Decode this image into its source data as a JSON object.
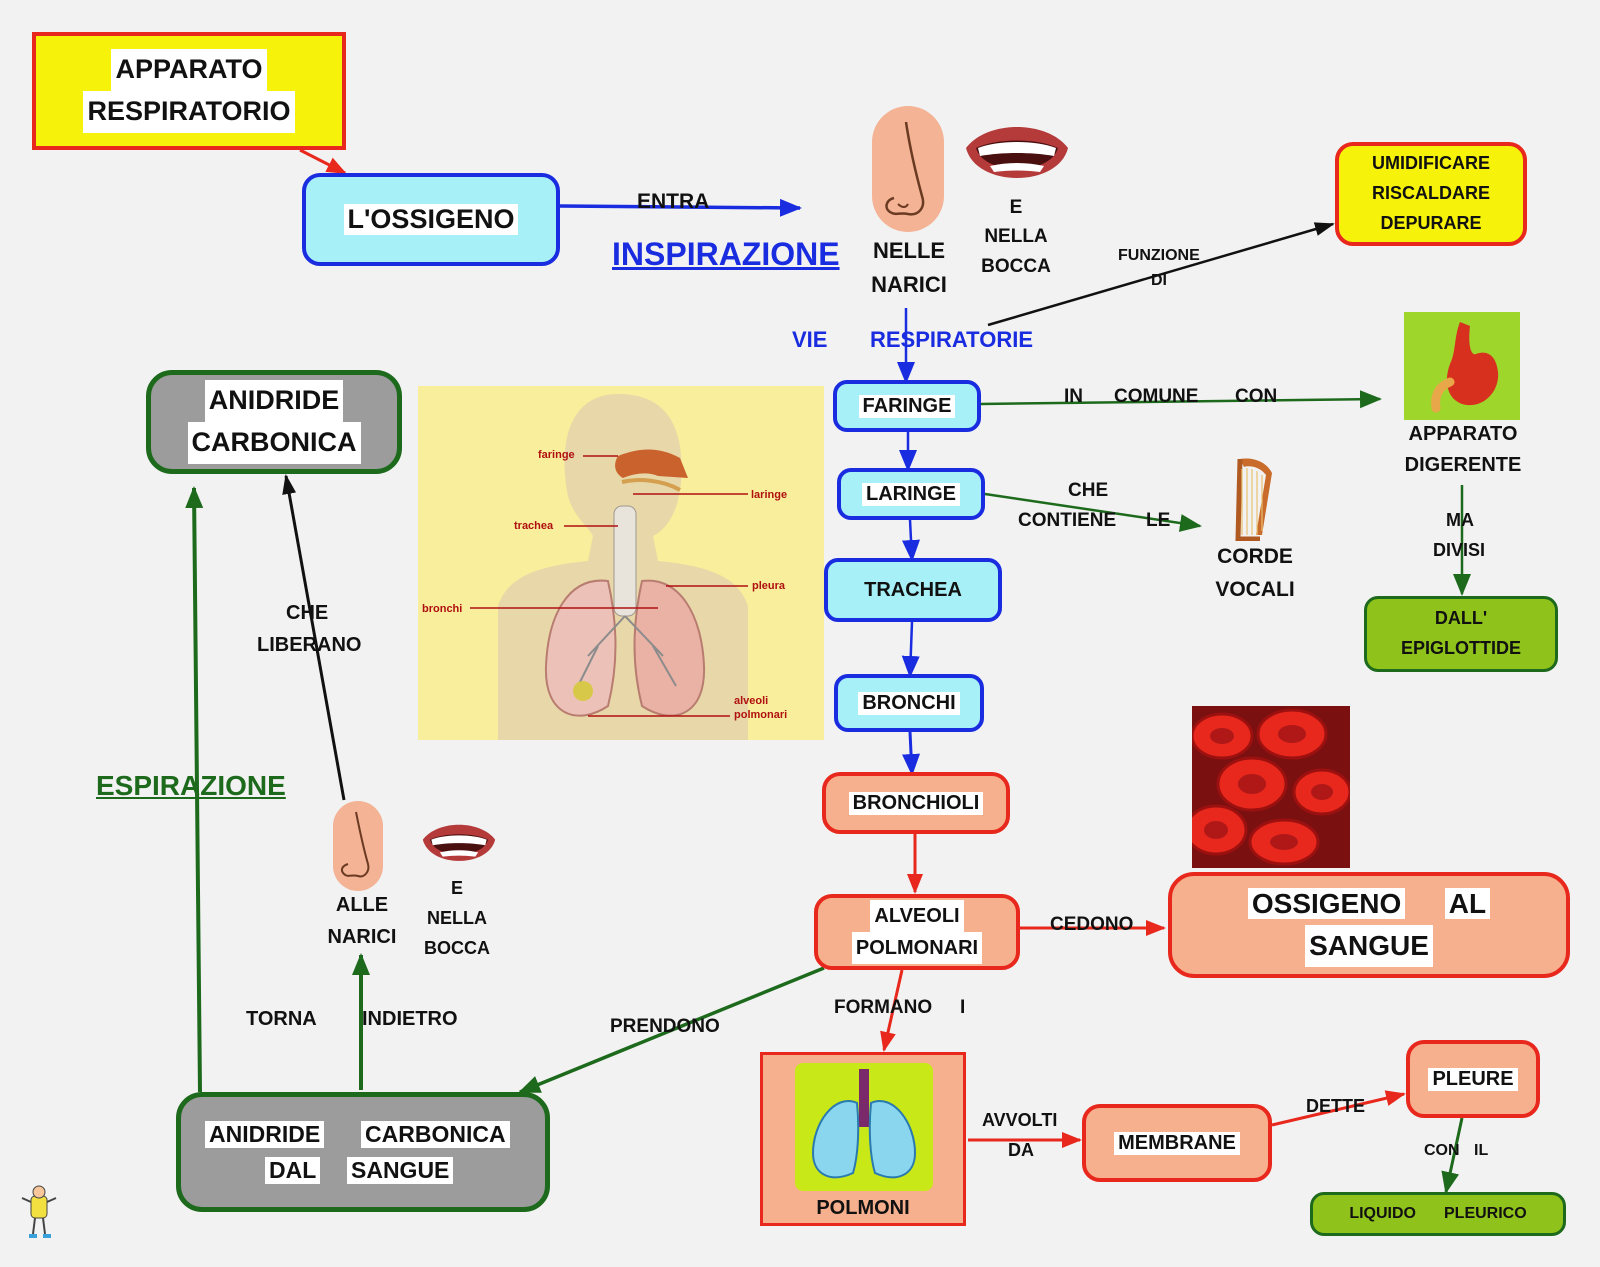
{
  "title": {
    "line1": "APPARATO",
    "line2": "RESPIRATORIO"
  },
  "nodes": {
    "ossigeno": "L'OSSIGENO",
    "funzioni": [
      "UMIDIFICARE",
      "RISCALDARE",
      "DEPURARE"
    ],
    "anidride_top": {
      "line1": "ANIDRIDE",
      "line2": "CARBONICA"
    },
    "faringe": "FARINGE",
    "laringe": "LARINGE",
    "trachea": "TRACHEA",
    "bronchi": "BRONCHI",
    "bronchioli": "BRONCHIOLI",
    "alveoli": {
      "line1": "ALVEOLI",
      "line2": "POLMONARI"
    },
    "ossigeno_sangue": {
      "w1": "OSSIGENO",
      "w2": "AL",
      "line2": "SANGUE"
    },
    "polmoni": "POLMONI",
    "membrane": "MEMBRANE",
    "pleure": "PLEURE",
    "liquido": {
      "w1": "LIQUIDO",
      "w2": "PLEURICO"
    },
    "anidride_bottom": {
      "w1": "ANIDRIDE",
      "w2": "CARBONICA",
      "w3": "DAL",
      "w4": "SANGUE"
    },
    "epiglottide": {
      "line1": "DALL'",
      "line2": "EPIGLOTTIDE"
    },
    "apparato_digerente": {
      "line1": "APPARATO",
      "line2": "DIGERENTE"
    },
    "corde_vocali": {
      "line1": "CORDE",
      "line2": "VOCALI"
    }
  },
  "labels": {
    "entra": "ENTRA",
    "inspirazione": "INSPIRAZIONE",
    "espirazione": "ESPIRAZIONE",
    "nelle_narici": {
      "line1": "NELLE",
      "line2": "NARICI"
    },
    "nella_bocca_top": [
      "E",
      "NELLA",
      "BOCCA"
    ],
    "funzione_di": {
      "line1": "FUNZIONE",
      "line2": "DI"
    },
    "vie": "VIE",
    "respiratorie": "RESPIRATORIE",
    "in_comune_con": [
      "IN",
      "COMUNE",
      "CON"
    ],
    "che_contiene_le": {
      "line1": "CHE",
      "line2": "CONTIENE",
      "line3": "LE"
    },
    "ma_divisi": {
      "line1": "MA",
      "line2": "DIVISI"
    },
    "che_liberano": {
      "line1": "CHE",
      "line2": "LIBERANO"
    },
    "alle_narici": {
      "line1": "ALLE",
      "line2": "NARICI"
    },
    "nella_bocca_bottom": [
      "E",
      "NELLA",
      "BOCCA"
    ],
    "torna": "TORNA",
    "indietro": "INDIETRO",
    "prendono": "PRENDONO",
    "formano_i": {
      "w1": "FORMANO",
      "w2": "I"
    },
    "cedono": "CEDONO",
    "avvolti_da": {
      "line1": "AVVOLTI",
      "line2": "DA"
    },
    "dette": "DETTE",
    "con_il": {
      "w1": "CON",
      "w2": "IL"
    }
  },
  "anatomy_labels": [
    "faringe",
    "laringe",
    "trachea",
    "pleura",
    "bronchi",
    "alveoli",
    "polmonari"
  ],
  "colors": {
    "blue_arrow": "#1a2ce0",
    "green_arrow": "#1d6a1d",
    "red_arrow": "#e8281c",
    "black_arrow": "#111111",
    "title_bg": "#f7f20a",
    "blue_node_bg": "#a8f0f8",
    "salmon_node_bg": "#f7b08d",
    "grey_node_bg": "#9c9c9c",
    "green_node_bg": "#8fc21a"
  },
  "icons": [
    "nose-icon",
    "mouth-icon",
    "stomach-icon",
    "harp-icon",
    "red-blood-cells-icon",
    "lungs-icon",
    "mascot-icon",
    "anatomy-diagram"
  ]
}
